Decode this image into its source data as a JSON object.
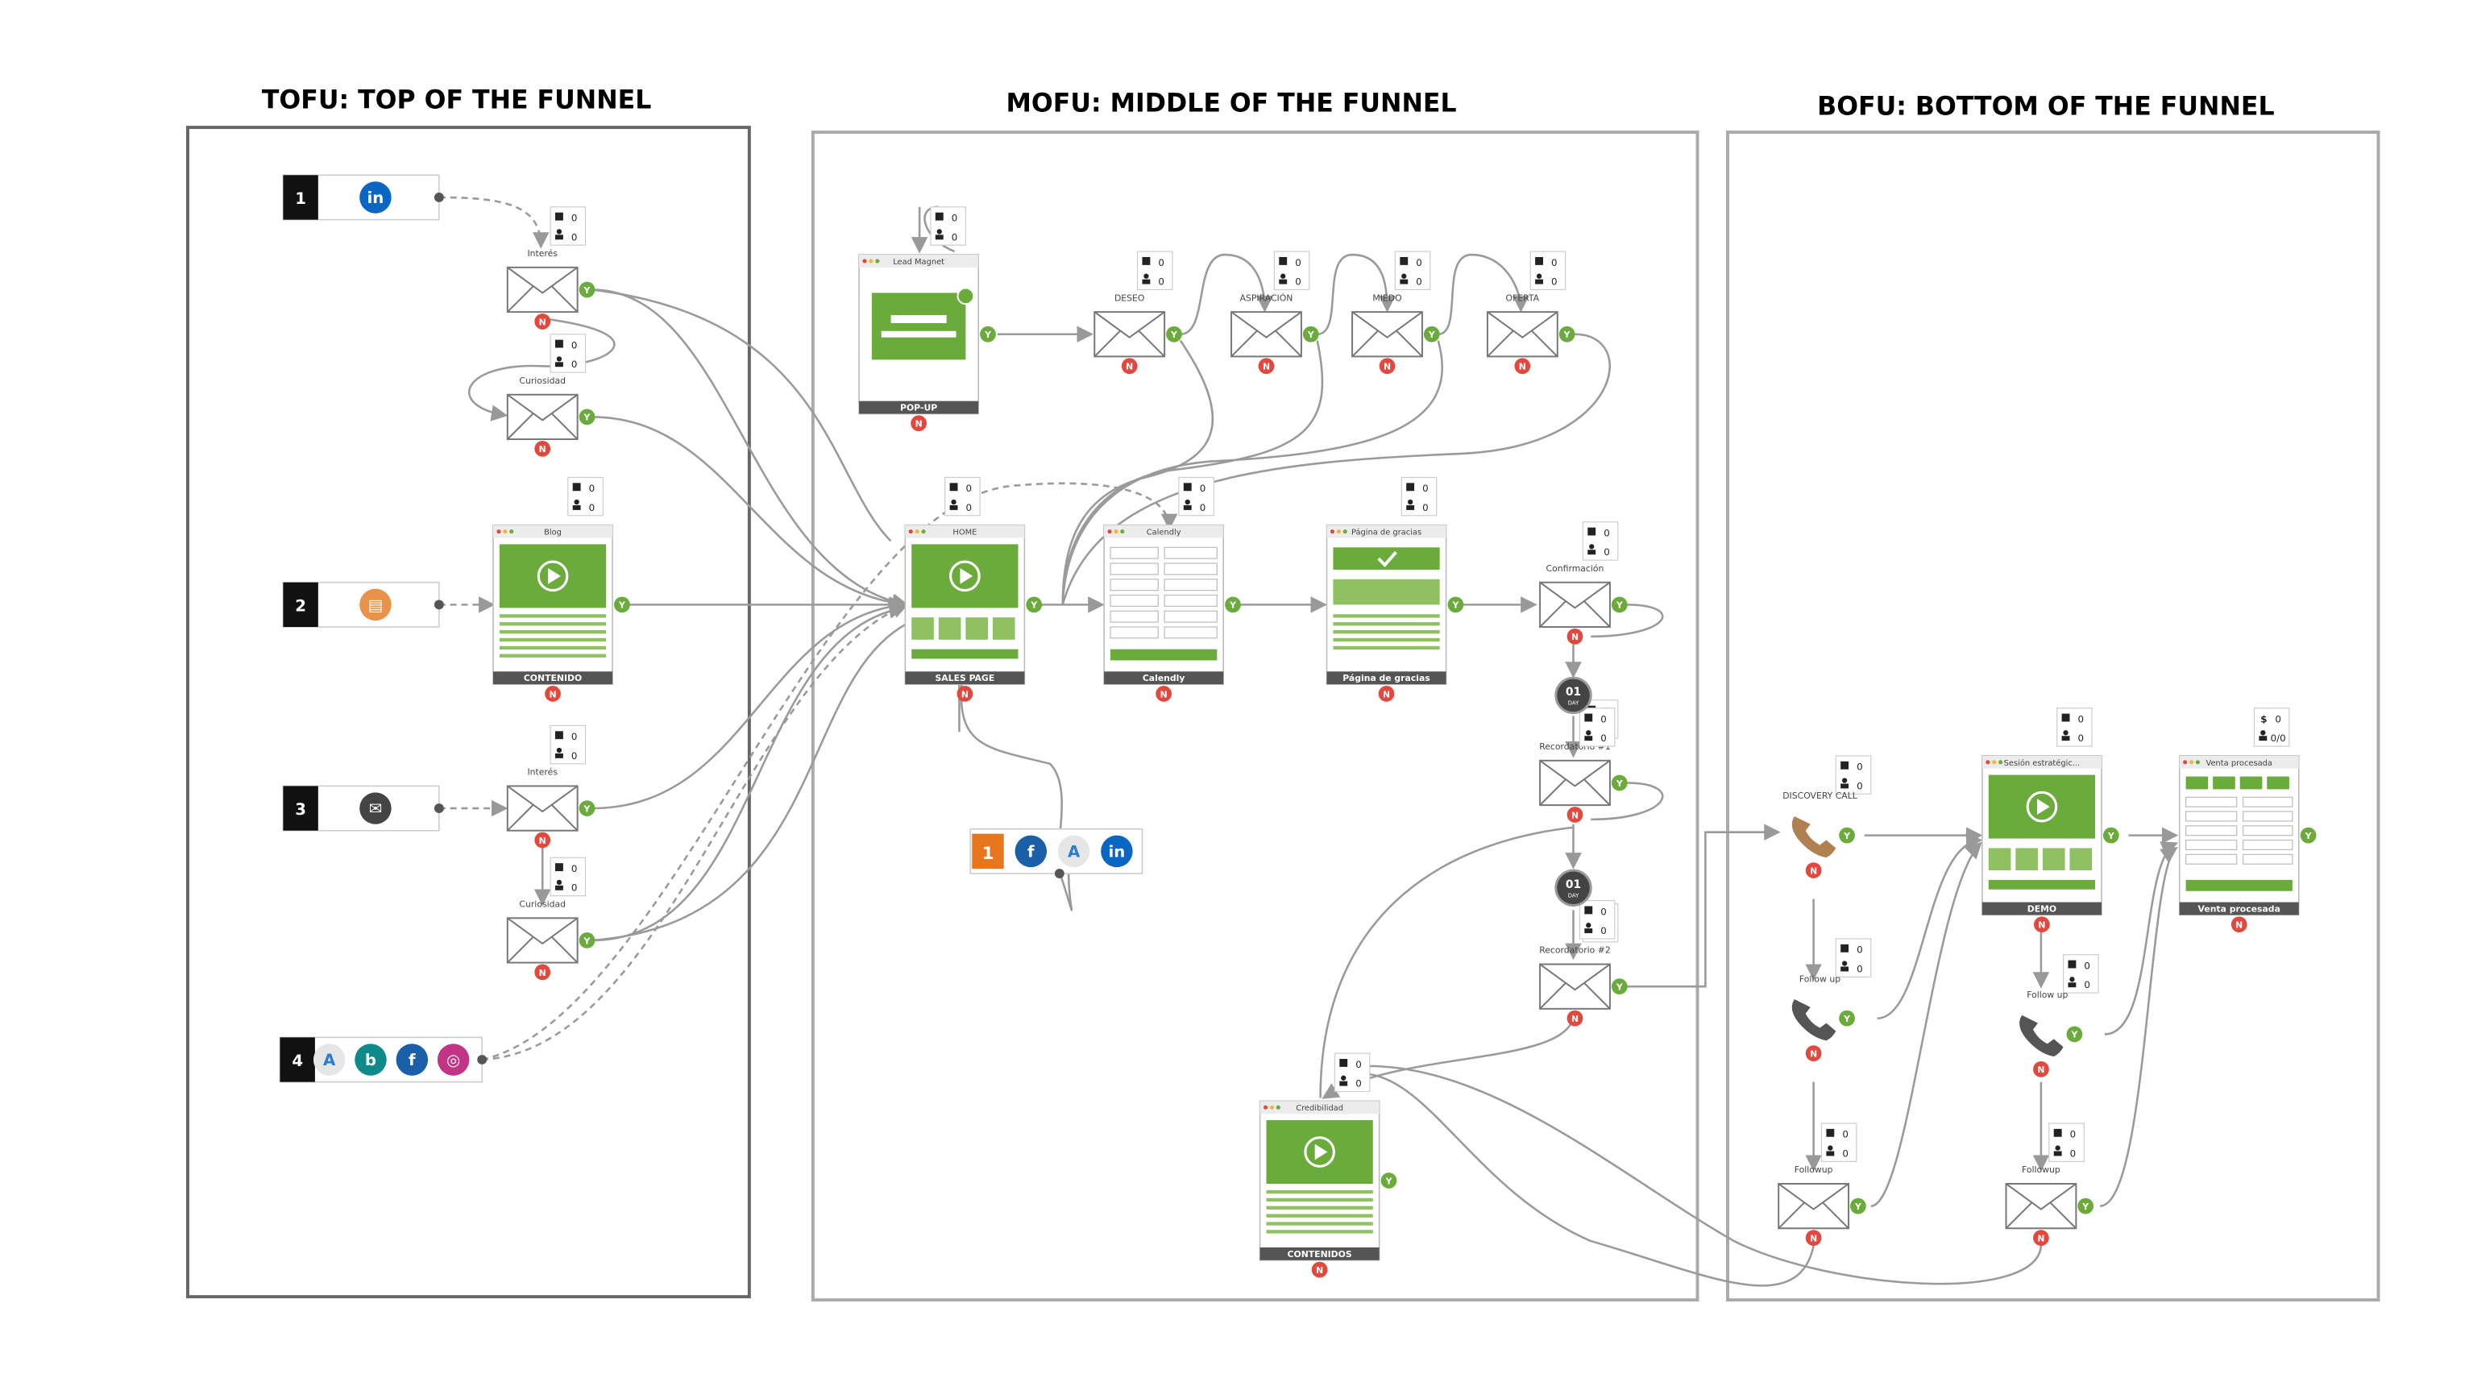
{
  "sections": [
    {
      "id": "tofu",
      "title": "TOFU: TOP OF THE FUNNEL"
    },
    {
      "id": "mofu",
      "title": "MOFU: MIDDLE OF THE FUNNEL"
    },
    {
      "id": "bofu",
      "title": "BOFU: BOTTOM OF THE FUNNEL"
    }
  ],
  "sources": [
    {
      "num": "1",
      "icons": [
        "linkedin"
      ]
    },
    {
      "num": "2",
      "icons": [
        "document"
      ]
    },
    {
      "num": "3",
      "icons": [
        "email"
      ]
    },
    {
      "num": "4",
      "icons": [
        "adwords",
        "bing",
        "facebook",
        "instagram"
      ]
    }
  ],
  "emails": [
    {
      "id": "e1",
      "label": "Interés"
    },
    {
      "id": "e2",
      "label": "Curiosidad"
    },
    {
      "id": "e3",
      "label": "Interés"
    },
    {
      "id": "e4",
      "label": "Curiosidad"
    },
    {
      "id": "e5",
      "label": "DESEO"
    },
    {
      "id": "e6",
      "label": "ASPIRACIÓN"
    },
    {
      "id": "e7",
      "label": "MIEDO"
    },
    {
      "id": "e8",
      "label": "OFERTA"
    },
    {
      "id": "e9",
      "label": "Confirmación"
    },
    {
      "id": "e10",
      "label": "Recordatorio #1"
    },
    {
      "id": "e11",
      "label": "Recordatorio #2"
    },
    {
      "id": "e12",
      "label": "Followup"
    },
    {
      "id": "e13",
      "label": "Followup"
    }
  ],
  "pages": [
    {
      "id": "blog",
      "title": "Blog",
      "caption": "CONTENIDO"
    },
    {
      "id": "popup",
      "title": "Lead Magnet",
      "caption": "POP-UP"
    },
    {
      "id": "home",
      "title": "HOME",
      "caption": "SALES PAGE"
    },
    {
      "id": "calendly",
      "title": "Calendly",
      "caption": "Calendly"
    },
    {
      "id": "gracias",
      "title": "Página de gracias",
      "caption": "Página de gracias"
    },
    {
      "id": "credibilidad",
      "title": "Credibilidad",
      "caption": "CONTENIDOS"
    },
    {
      "id": "demo",
      "title": "Sesión estratégic...",
      "caption": "DEMO"
    },
    {
      "id": "venta",
      "title": "Venta procesada",
      "caption": "Venta procesada"
    }
  ],
  "calls": [
    {
      "id": "c1",
      "label": "DISCOVERY CALL"
    },
    {
      "id": "c2",
      "label": "Follow up"
    },
    {
      "id": "c3",
      "label": "Follow up"
    }
  ],
  "timers": [
    {
      "id": "t1",
      "day": "01",
      "unit": "DAY"
    },
    {
      "id": "t2",
      "day": "01",
      "unit": "DAY"
    }
  ],
  "stats": {
    "checked": "0",
    "people": "0",
    "money_label": "$",
    "money_value": "0",
    "sales_value": "0/0"
  },
  "badges": {
    "yes": "Y",
    "no": "N"
  },
  "retarget_icons": [
    "counter",
    "facebook",
    "adwords",
    "linkedin"
  ],
  "colors": {
    "green": "#6aab3c",
    "red": "#e2483d",
    "dark": "#555555",
    "box": "#999999"
  }
}
